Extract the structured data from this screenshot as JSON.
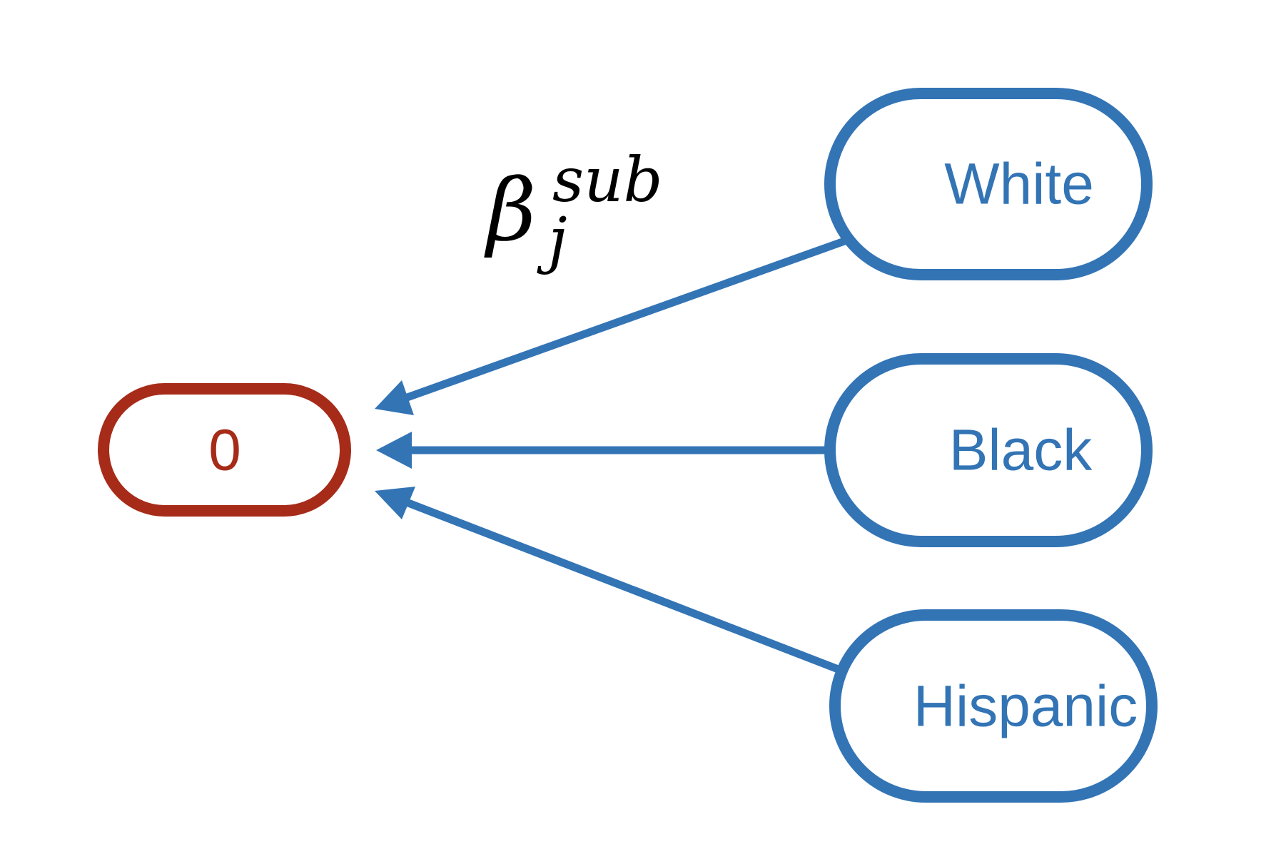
{
  "diagram": {
    "type": "directed-graph",
    "colors": {
      "target": "#A62B19",
      "source": "#3374B5",
      "label": "#000000"
    },
    "target_node": {
      "id": "zero",
      "label": "0"
    },
    "source_nodes": [
      {
        "id": "white",
        "label": "White"
      },
      {
        "id": "black",
        "label": "Black"
      },
      {
        "id": "hispanic",
        "label": "Hispanic"
      }
    ],
    "edges": [
      {
        "from": "white",
        "to": "zero"
      },
      {
        "from": "black",
        "to": "zero"
      },
      {
        "from": "hispanic",
        "to": "zero"
      }
    ],
    "edge_label": {
      "symbol": "β",
      "superscript": "sub",
      "subscript": "j"
    }
  }
}
